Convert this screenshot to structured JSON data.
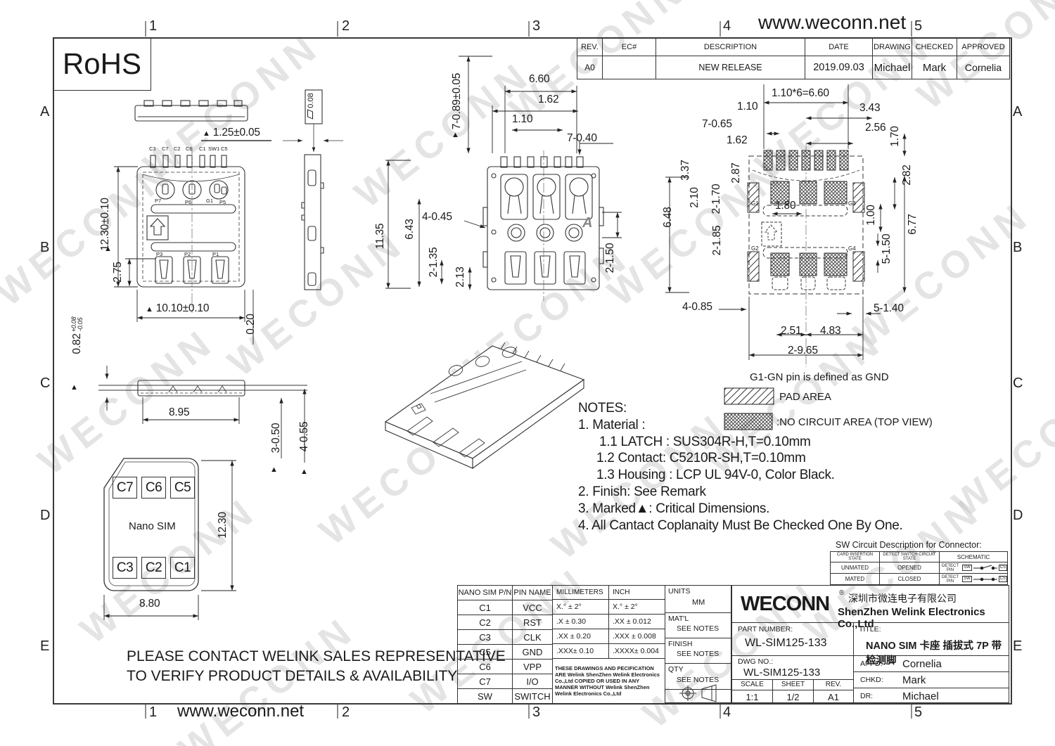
{
  "page": {
    "watermark": "WECONN",
    "url_top": "www.weconn.net",
    "url_bottom": "www.weconn.net",
    "rohs_label": "RoHS",
    "zone_numbers": [
      "1",
      "2",
      "3",
      "4",
      "5"
    ],
    "zone_letters": [
      "A",
      "B",
      "C",
      "D",
      "E"
    ]
  },
  "marks": {
    "tri": "▲"
  },
  "revision_table": {
    "headers": {
      "rev": "REV.",
      "ec": "EC#",
      "description": "DESCRIPTION",
      "date": "DATE",
      "drawing": "DRAWING",
      "checked": "CHECKED",
      "approved": "APPROVED"
    },
    "row": {
      "rev": "A0",
      "ec": "",
      "description": "NEW RELEASE",
      "date": "2019.09.03",
      "drawing": "Michael",
      "checked": "Mark",
      "approved": "Cornelia"
    }
  },
  "top_view": {
    "pin_labels": [
      "C3",
      "C7",
      "C2",
      "C6",
      "C1",
      "SW1",
      "C5"
    ],
    "mid_labels": [
      "P7",
      "P6",
      "G1",
      "P5"
    ],
    "bot_labels": [
      "P3",
      "P2",
      "P1"
    ],
    "dim_height": "1.25±0.05",
    "dim_body_h": "12.30±0.10",
    "dim_pitch": "2.75",
    "dim_body_w": "10.10±0.10",
    "dim_edge": "0.20",
    "dim_tail": "0.82",
    "dim_tail_up": "+0.08",
    "dim_tail_dn": "-0.05"
  },
  "side_view2": {
    "flatness": "0.08"
  },
  "side_view": {
    "dim_w": "8.95",
    "dim_a": "3-0.50",
    "dim_b": "4-0.55"
  },
  "bottom_view": {
    "dim_t1": "6.60",
    "dim_t2": "1.62",
    "dim_t3": "1.10",
    "dim_v1": "7-0.89±0.05",
    "dim_r1": "7-0.40",
    "dim_l1": "11.35",
    "dim_l2": "6.43",
    "dim_l3": "4-0.45",
    "dim_l4": "2-1.35",
    "dim_l5": "2.13",
    "dim_r2": "2-1.50",
    "section_label": "A"
  },
  "footprint": {
    "dim_t1": "1.10*6=6.60",
    "dim_t2": "1.10",
    "dim_t3": "3.43",
    "dim_t4": "7-0.65",
    "dim_t5": "2.56",
    "dim_t6": "1.62",
    "dim_t7": "1.70",
    "dim_l1": "3.37",
    "dim_l2": "2.87",
    "dim_l3": "2-1.70",
    "dim_l4": "2.10",
    "dim_l5": "6.48",
    "dim_l6": "2-1.85",
    "dim_c1": "1.80",
    "dim_c2": "1.00",
    "dim_r1": "2.82",
    "dim_r2": "6.77",
    "dim_r3": "5-1.50",
    "dim_b1": "4-0.85",
    "dim_b2": "5-1.40",
    "dim_b3": "2.51",
    "dim_b4": "4.83",
    "dim_b5": "2-9.65",
    "g_labels": [
      "G1",
      "G3",
      "G2",
      "G4"
    ],
    "gnd_note": "G1-GN pin is defined as GND"
  },
  "legend": {
    "pad_area": "PAD AREA",
    "no_circuit": ":NO CIRCUIT AREA  (TOP VIEW)"
  },
  "notes": {
    "title": "NOTES:",
    "n1": "1. Material :",
    "n1_1": "1.1 LATCH : SUS304R-H,T=0.10mm",
    "n1_2": "1.2 Contact: C5210R-SH,T=0.10mm",
    "n1_3": "1.3 Housing : LCP UL 94V-0, Color Black.",
    "n2": "2. Finish: See Remark",
    "n3": "3. Marked▲: Critical Dimensions.",
    "n4": "4. All Cantact Coplanaity Must Be Checked One By One."
  },
  "sim_card": {
    "pads_top": [
      "C7",
      "C6",
      "C5"
    ],
    "pads_bottom": [
      "C3",
      "C2",
      "C1"
    ],
    "label": "Nano SIM",
    "dim_h": "12.30",
    "dim_w": "8.80"
  },
  "contact_note": {
    "line1": "PLEASE CONTACT WELINK SALES REPRESENTATIVE",
    "line2": "TO VERIFY PRODUCT DETAILS & AVAILABILITY"
  },
  "sw_table": {
    "title": "SW Circuit Description for Connector:",
    "h1": "CARD INSERTION STATE",
    "h2": "DETECT SWITCH CIRCUIT STATE",
    "h3": "SCHEMATIC",
    "r1c1": "UNMATED",
    "r1c2": "OPENED",
    "r2c1": "MATED",
    "r2c2": "CLOSED",
    "detect_pin": "DETECT PIN",
    "sw": "SW",
    "cs": "CS"
  },
  "pin_table": {
    "h1": "NANO SIM P/N",
    "h2": "PIN NAME",
    "rows": [
      [
        "C1",
        "VCC"
      ],
      [
        "C2",
        "RST"
      ],
      [
        "C3",
        "CLK"
      ],
      [
        "C5",
        "GND"
      ],
      [
        "C6",
        "VPP"
      ],
      [
        "C7",
        "I/O"
      ],
      [
        "SW",
        "SWITCH"
      ]
    ]
  },
  "tol_table": {
    "h1": "MILLIMETERS",
    "h2": "INCH",
    "rows": [
      [
        "X.°  ±  2°",
        "X.°   ±  2°"
      ],
      [
        ".X    ± 0.30",
        ".XX    ± 0.012"
      ],
      [
        ".XX  ± 0.20",
        ".XXX  ± 0.008"
      ],
      [
        ".XXX± 0.10",
        ".XXXX± 0.004"
      ]
    ],
    "disclaimer": "THESE DRAWINGS AND PECIFICATION ARE Welink ShenZhen Welink Electronics Co.,Ltd  COPIED OR USED IN ANY MANNER WITHOUT Welink ShenZhen Welink Electronics Co.,Ltd"
  },
  "info_col": {
    "units_label": "UNITS",
    "units_value": "MM",
    "matl_label": "MAT'L",
    "matl_value": "SEE NOTES",
    "finish_label": "FINISH",
    "finish_value": "SEE NOTES",
    "qty_label": "QTY",
    "qty_value": "SEE NOTES"
  },
  "title_block": {
    "brand": "WECONN",
    "reg": "®",
    "company_cn": "深圳市微连电子有限公司",
    "company_en": "ShenZhen Welink Electronics Co.,Ltd",
    "part_number_label": "PART NUMBER:",
    "part_number": "WL-SIM125-133",
    "title_label": "TITLE:",
    "title": "NANO SIM 卡座 插拔式 7P 带检测脚",
    "dwg_label": "DWG NO.:",
    "dwg_no": "WL-SIM125-133",
    "scale_label": "SCALE",
    "scale": "1:1",
    "sheet_label": "SHEET",
    "sheet": "1/2",
    "rev_label": "REV.",
    "rev": "A1",
    "appd_label": "APPD:",
    "appd": "Cornelia",
    "chkd_label": "CHKD:",
    "chkd": "Mark",
    "dr_label": "DR:",
    "dr": "Michael"
  }
}
